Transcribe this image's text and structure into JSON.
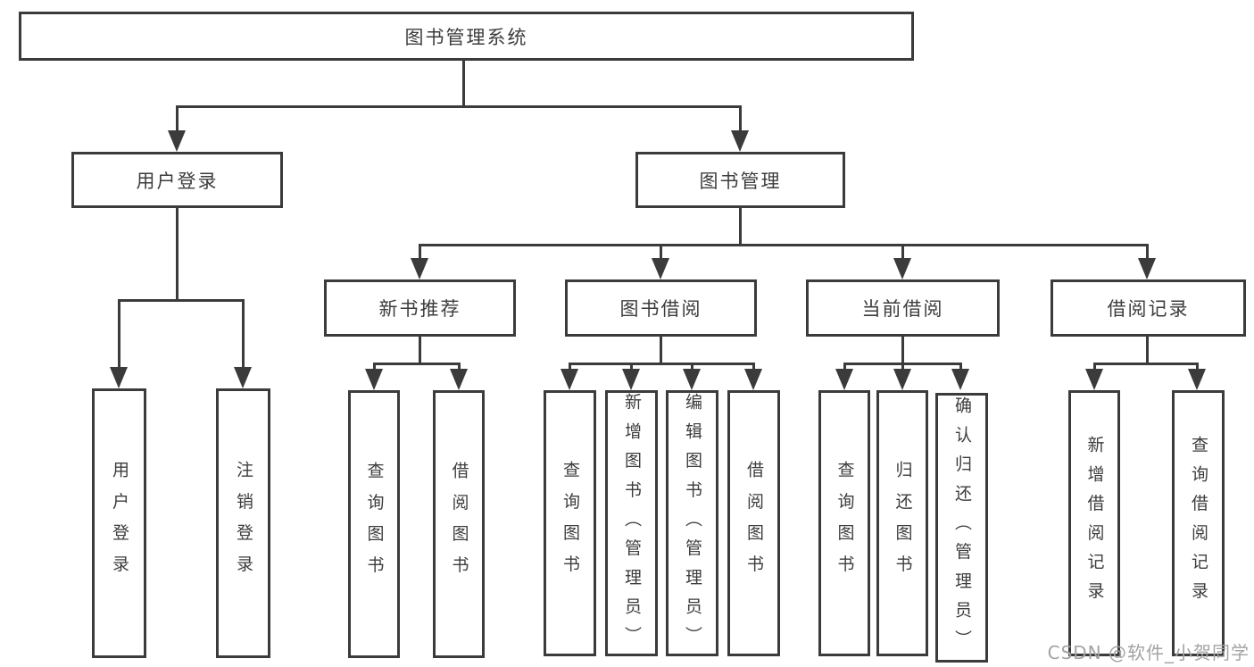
{
  "title": "图书管理系统",
  "watermark": "CSDN @软件_小贺同学",
  "colors": {
    "line": "#3b3b3b",
    "box_border": "#3b3b3b",
    "text": "#3d3d3d",
    "background": "#ffffff",
    "watermark": "#a3a3a3"
  },
  "level2": [
    "用户登录",
    "图书管理"
  ],
  "login_children": [
    "用户登录",
    "注销登录"
  ],
  "level3": [
    "新书推荐",
    "图书借阅",
    "当前借阅",
    "借阅记录"
  ],
  "newbook_children": [
    "查询图书",
    "借阅图书"
  ],
  "borrow_children": [
    "查询图书",
    "新增图书（管理员）",
    "编辑图书（管理员）",
    "借阅图书"
  ],
  "current_children": [
    "查询图书",
    "归还图书",
    "确认归还（管理员）"
  ],
  "record_children": [
    "新增借阅记录",
    "查询借阅记录"
  ]
}
